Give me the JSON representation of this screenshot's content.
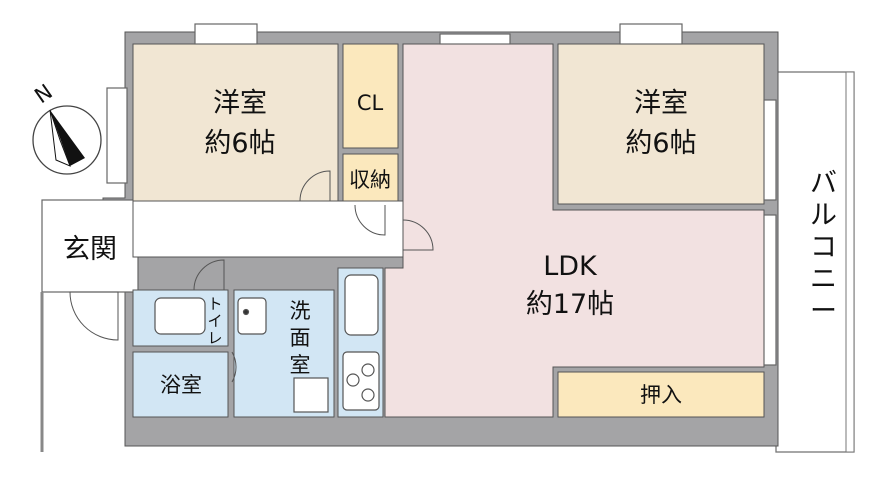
{
  "colors": {
    "wall": "#a4a4a6",
    "bedroom": "#f1e6d3",
    "ldk": "#f2e1e1",
    "storage": "#fbe8bd",
    "wet": "#d2e6f4",
    "corridor": "#ffffff",
    "line": "#555555"
  },
  "rooms": {
    "west_bedroom": {
      "name": "洋室",
      "size": "約6帖"
    },
    "east_bedroom": {
      "name": "洋室",
      "size": "約6帖"
    },
    "closet": {
      "name": "CL"
    },
    "storage": {
      "name": "収納"
    },
    "entrance": {
      "name": "玄関"
    },
    "ldk": {
      "name": "LDK",
      "size": "約17帖"
    },
    "toilet": {
      "name": "トイレ"
    },
    "washroom": {
      "name": "洗面室"
    },
    "bath": {
      "name": "浴室"
    },
    "oshiire": {
      "name": "押入"
    },
    "balcony": {
      "name": "バルコニー"
    }
  },
  "compass": {
    "label": "N",
    "icon": "compass-north-icon"
  }
}
